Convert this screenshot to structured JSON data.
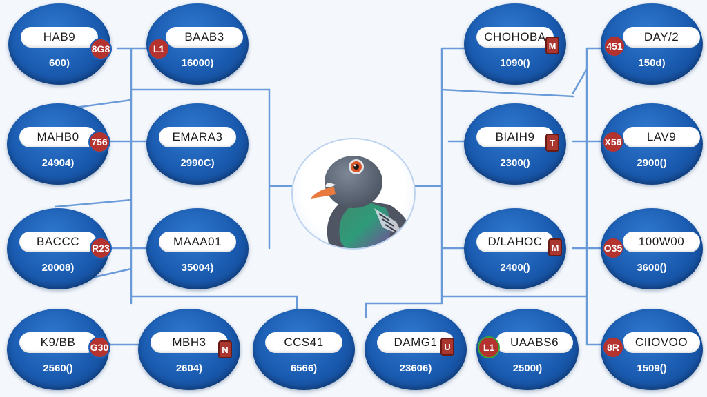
{
  "colors": {
    "node": "#1a5bb0",
    "link": "#6a9bd8",
    "badge": "#b5332f"
  },
  "center": {
    "icon": "pigeon-icon"
  },
  "nodes": [
    {
      "id": "n1",
      "label": "HAB9",
      "value": "600)",
      "badge": "8G8"
    },
    {
      "id": "n2",
      "label": "BAAB3",
      "value": "16000)",
      "badge": "L1"
    },
    {
      "id": "n3",
      "label": "MAHB0",
      "value": "24904)",
      "badge": "756"
    },
    {
      "id": "n4",
      "label": "EMARA3",
      "value": "2990C)",
      "badge": ""
    },
    {
      "id": "n5",
      "label": "BACCC",
      "value": "20008)",
      "badge": "R23"
    },
    {
      "id": "n6",
      "label": "MAAA01",
      "value": "35004)",
      "badge": ""
    },
    {
      "id": "n7",
      "label": "K9/BB",
      "value": "2560()",
      "badge": "G30"
    },
    {
      "id": "n8",
      "label": "MBH3",
      "value": "2604)",
      "badge": "N"
    },
    {
      "id": "n9",
      "label": "CCS41",
      "value": "6566)",
      "badge": ""
    },
    {
      "id": "n10",
      "label": "CHOHOBA",
      "value": "1090()",
      "badge": "M"
    },
    {
      "id": "n11",
      "label": "DAY/2",
      "value": "150d)",
      "badge": "451"
    },
    {
      "id": "n12",
      "label": "BIAIH9",
      "value": "2300()",
      "badge": "T"
    },
    {
      "id": "n13",
      "label": "LAV9",
      "value": "2900()",
      "badge": "X56"
    },
    {
      "id": "n14",
      "label": "D/LAHOC",
      "value": "2400()",
      "badge": "M"
    },
    {
      "id": "n15",
      "label": "100W00",
      "value": "3600()",
      "badge": "O35"
    },
    {
      "id": "n16",
      "label": "DAMG1",
      "value": "23606)",
      "badge": "U"
    },
    {
      "id": "n17",
      "label": "UAABS6",
      "value": "2500I)",
      "badge": "L1"
    },
    {
      "id": "n18",
      "label": "CIIOVOO",
      "value": "1509()",
      "badge": "8R"
    }
  ]
}
